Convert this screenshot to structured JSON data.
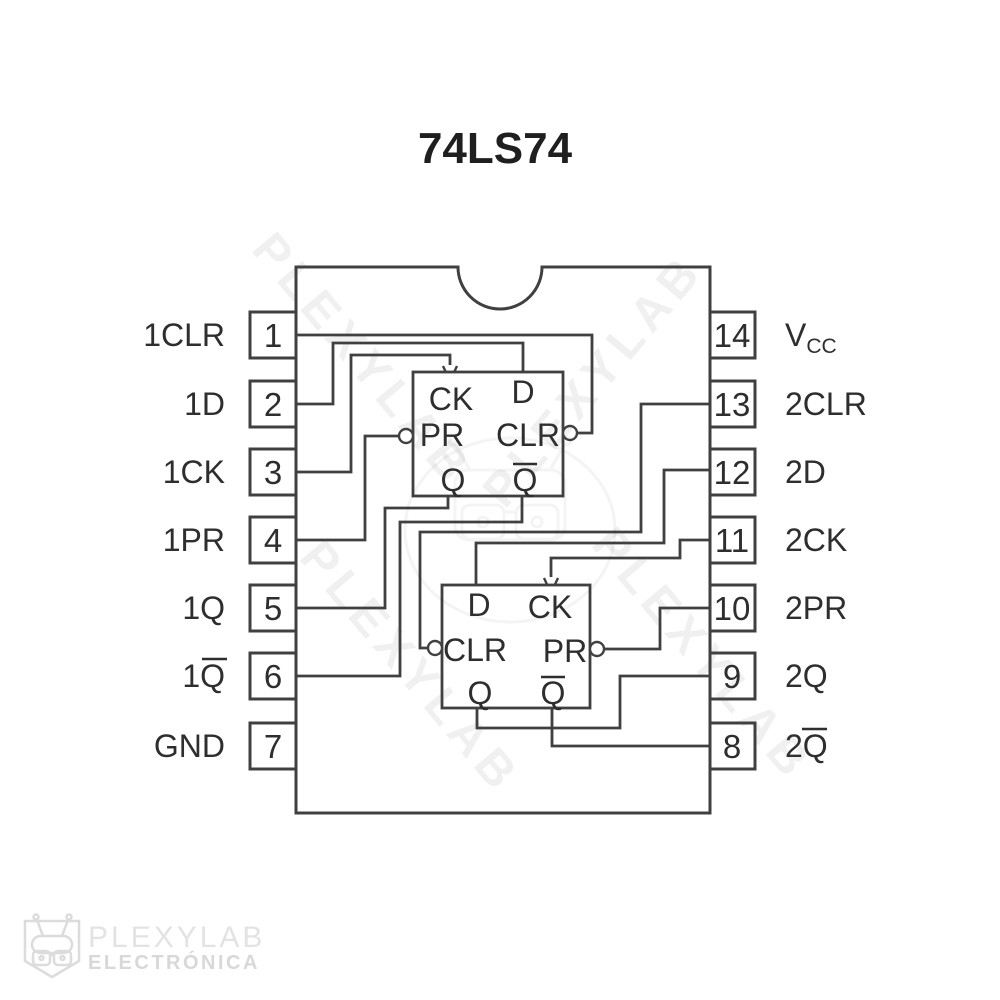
{
  "title": "74LS74",
  "watermark_text": "PLEXYLAB",
  "footer": {
    "brand": "PLEXYLAB",
    "subtitle": "ELECTRÓNICA"
  },
  "pins": {
    "left": [
      {
        "number": "1",
        "label": "1CLR",
        "overline": false
      },
      {
        "number": "2",
        "label": "1D",
        "overline": false
      },
      {
        "number": "3",
        "label": "1CK",
        "overline": false
      },
      {
        "number": "4",
        "label": "1PR",
        "overline": false
      },
      {
        "number": "5",
        "label": "1Q",
        "overline": false
      },
      {
        "number": "6",
        "label": "1Q",
        "overline": true
      },
      {
        "number": "7",
        "label": "GND",
        "overline": false
      }
    ],
    "right": [
      {
        "number": "14",
        "label": "V",
        "label_subscript": "CC",
        "overline": false
      },
      {
        "number": "13",
        "label": "2CLR",
        "overline": false
      },
      {
        "number": "12",
        "label": "2D",
        "overline": false
      },
      {
        "number": "11",
        "label": "2CK",
        "overline": false
      },
      {
        "number": "10",
        "label": "2PR",
        "overline": false
      },
      {
        "number": "9",
        "label": "2Q",
        "overline": false
      },
      {
        "number": "8",
        "label": "2Q",
        "overline": true
      }
    ]
  },
  "flipflop1": {
    "clock": "CK",
    "data": "D",
    "preset": "PR",
    "clear": "CLR",
    "q": "Q",
    "q_bar": "Q"
  },
  "flipflop2": {
    "data": "D",
    "clock": "CK",
    "clear": "CLR",
    "preset": "PR",
    "q": "Q",
    "q_bar": "Q"
  },
  "colors": {
    "line": "#404040",
    "text": "#2e2e2e",
    "logo": "#dcdcdc"
  }
}
